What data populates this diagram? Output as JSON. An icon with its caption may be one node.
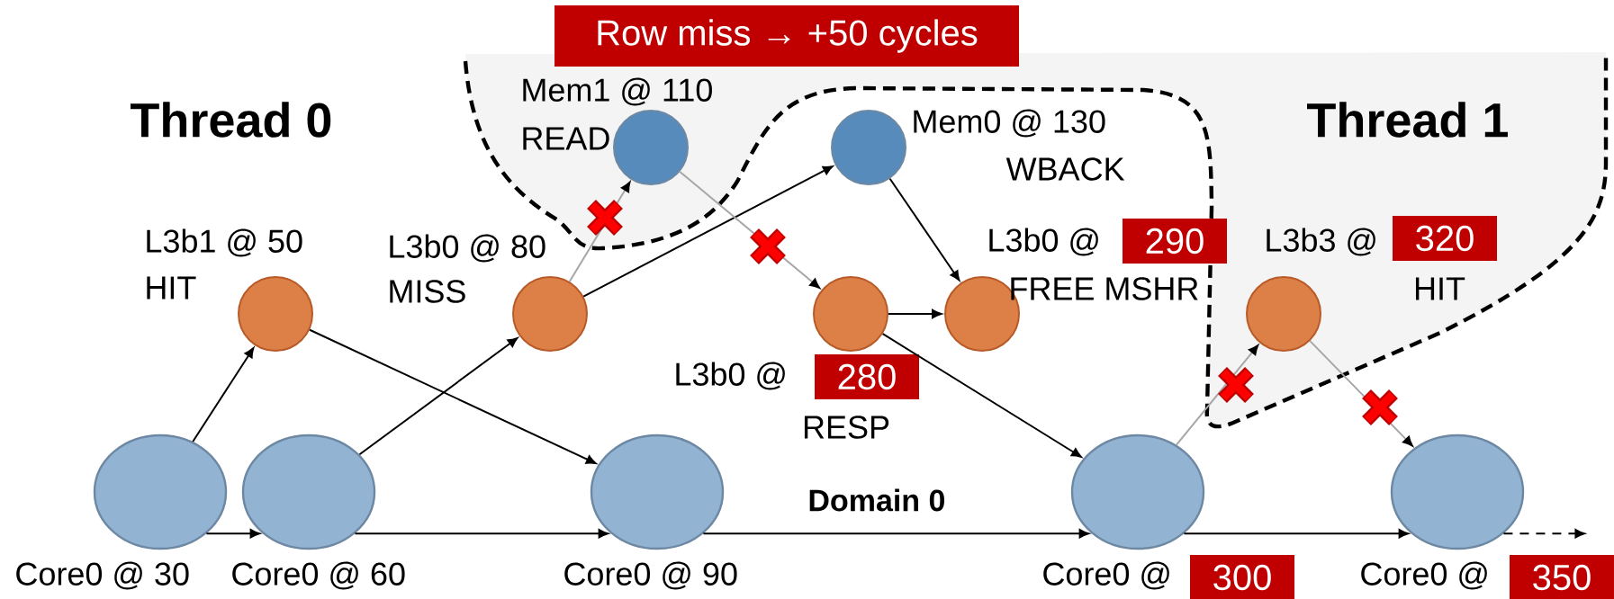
{
  "diagram": {
    "nodes": [
      {
        "text": [],
        "shape": "circle",
        "beside": [
          "Mem1 @ 110",
          "READ"
        ]
      },
      {
        "text": [],
        "shape": "circle",
        "beside": [
          "Mem0 @ 130",
          "WBACK"
        ]
      },
      {
        "text": [],
        "shape": "circle",
        "beside": [
          "L3b1 @ 50",
          "HIT"
        ]
      },
      {
        "text": [],
        "shape": "circle",
        "beside": [
          "L3b0 @ 80",
          "MISS"
        ]
      },
      {
        "text": [],
        "shape": "circle",
        "beside": [
          "L3b0 @",
          "280",
          "RESP"
        ]
      },
      {
        "text": [],
        "shape": "circle",
        "beside": [
          "L3b0 @",
          "290",
          "FREE MSHR"
        ]
      },
      {
        "text": [],
        "shape": "circle",
        "beside": [
          "L3b3 @",
          "320",
          "HIT"
        ]
      },
      {
        "text": [],
        "shape": "ellipse",
        "beside": [
          "Core0 @ 30"
        ]
      },
      {
        "text": [],
        "shape": "ellipse",
        "beside": [
          "Core0 @ 60"
        ]
      },
      {
        "text": [],
        "shape": "ellipse",
        "beside": [
          "Core0 @ 90"
        ]
      },
      {
        "text": [],
        "shape": "ellipse",
        "beside": [
          "Core0 @",
          "300"
        ]
      },
      {
        "text": [],
        "shape": "ellipse",
        "beside": [
          "Core0 @",
          "350"
        ]
      }
    ],
    "edges": [
      {
        "from": 7,
        "to": 8,
        "arrow": "to"
      },
      {
        "from": 8,
        "to": 9,
        "arrow": "to"
      },
      {
        "from": 9,
        "to": 10,
        "arrow": "to"
      },
      {
        "from": 10,
        "to": 11,
        "arrow": "to"
      },
      {
        "from": 11,
        "to": null,
        "arrow": "to",
        "style": "dashed"
      },
      {
        "from": 7,
        "to": 2,
        "arrow": "to"
      },
      {
        "from": 2,
        "to": 9,
        "arrow": "to"
      },
      {
        "from": 8,
        "to": 3,
        "arrow": "to"
      },
      {
        "from": 3,
        "to": 0,
        "arrow": "to",
        "color": "#a6a6a6"
      },
      {
        "from": 3,
        "to": 1,
        "arrow": "to"
      },
      {
        "from": 0,
        "to": 4,
        "arrow": "to",
        "color": "#a6a6a6"
      },
      {
        "from": 1,
        "to": 5,
        "arrow": "to"
      },
      {
        "from": 4,
        "to": 5,
        "arrow": "to"
      },
      {
        "from": 4,
        "to": 10,
        "arrow": "to"
      },
      {
        "from": 10,
        "to": 6,
        "arrow": "to",
        "color": "#a6a6a6"
      },
      {
        "from": 6,
        "to": 11,
        "arrow": "to",
        "color": "#a6a6a6"
      }
    ],
    "labels": [
      "Row miss → +50 cycles",
      "Thread 0",
      "Thread 1",
      "Domain 0"
    ]
  }
}
